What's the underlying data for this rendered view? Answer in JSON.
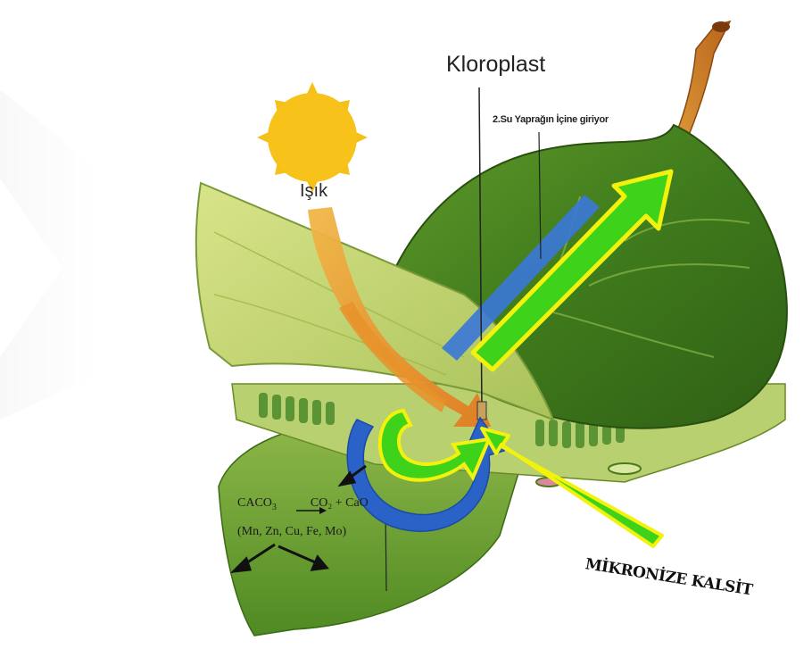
{
  "labels": {
    "kloroplast": "Kloroplast",
    "isik": "Işık",
    "su_yaprak": "2.Su Yaprağın İçine giriyor",
    "reaction_reactant": "CACO",
    "reaction_reactant_sub": "3",
    "reaction_products": "CO₂ + CaO",
    "minerals": "(Mn, Zn, Cu, Fe, Mo)",
    "mikronize_kalsit": "MİKRONİZE KALSİT"
  },
  "colors": {
    "leaf_dark": "#3f7a1c",
    "leaf_light": "#c9d96a",
    "sun": "#f7c21a",
    "light_arrow": "#f0a030",
    "water_arrow": "#3a78d8",
    "co2_cycle": "#2a62c8",
    "green_arrow": "#3fd21a",
    "green_arrow_outline": "#f2f20c",
    "stem": "#d88a2a"
  },
  "icons": [
    "sun-icon",
    "light-ray-arrow",
    "water-flow-arrow",
    "co2-cycle-arrow",
    "kalsit-arrow",
    "upward-green-arrow"
  ]
}
